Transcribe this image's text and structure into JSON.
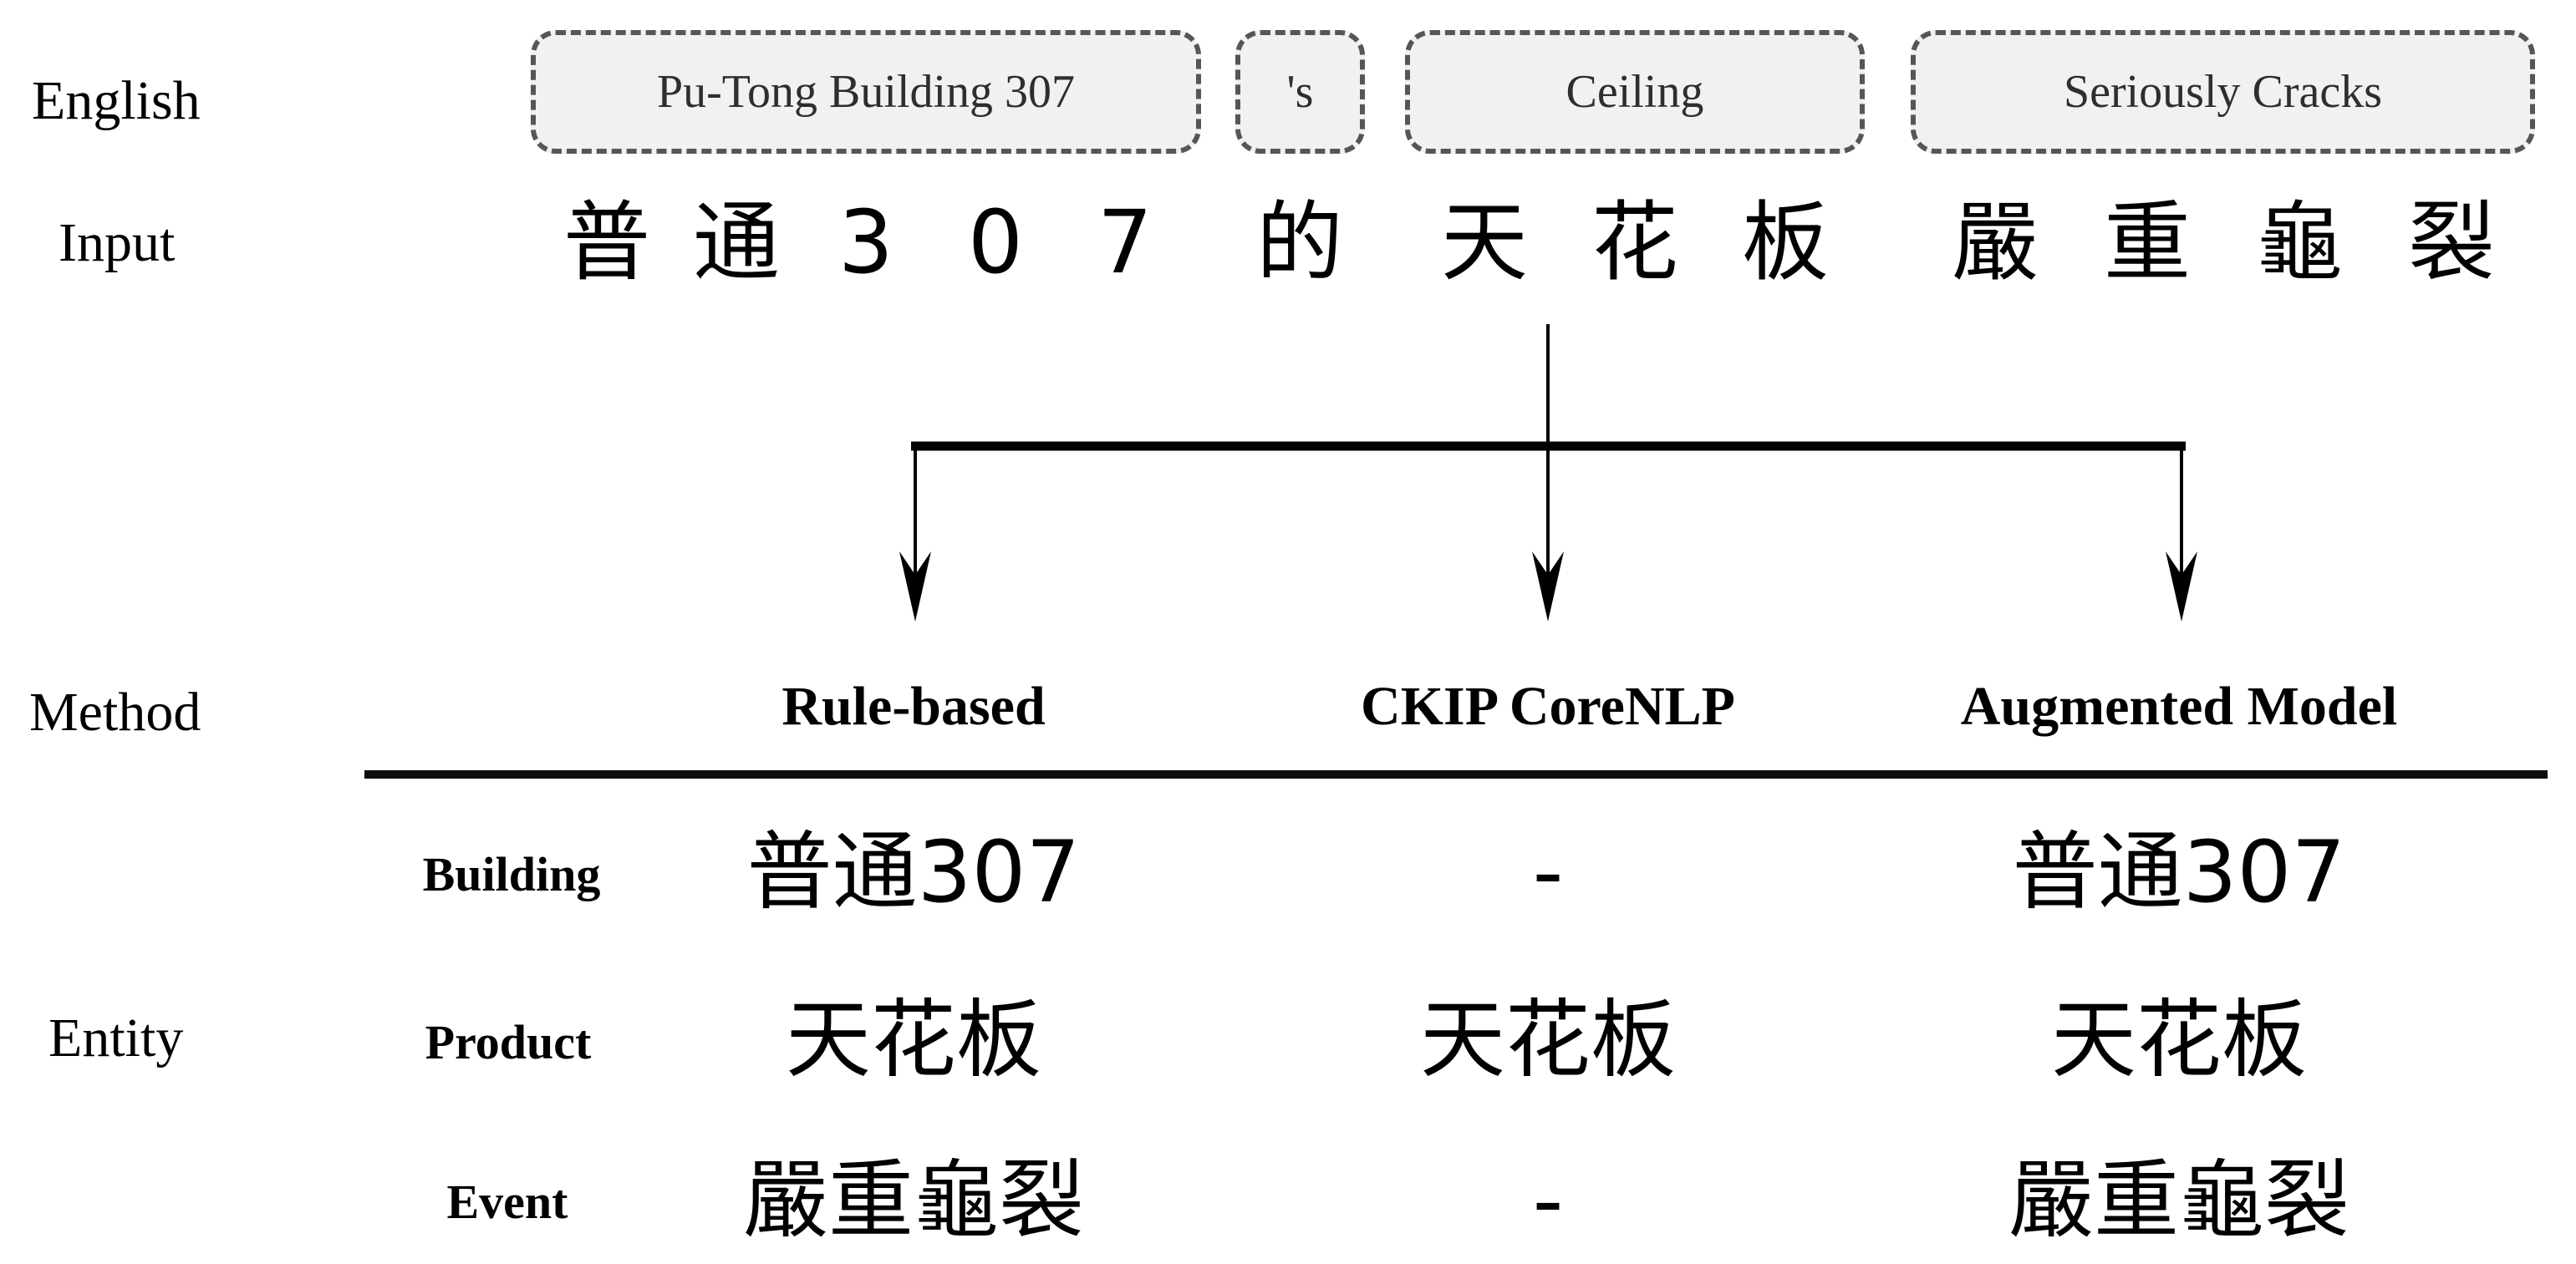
{
  "labels": {
    "english": "English",
    "input": "Input",
    "method": "Method",
    "entity": "Entity"
  },
  "english_tokens": [
    {
      "text": "Pu-Tong Building 307"
    },
    {
      "text": "'s"
    },
    {
      "text": "Ceiling"
    },
    {
      "text": "Seriously Cracks"
    }
  ],
  "input_tokens": [
    {
      "chars": [
        "普",
        "通",
        "3",
        "0",
        "7"
      ]
    },
    {
      "chars": [
        "的"
      ]
    },
    {
      "chars": [
        "天",
        "花",
        "板"
      ]
    },
    {
      "chars": [
        "嚴",
        "重",
        "龜",
        "裂"
      ]
    }
  ],
  "methods": [
    "Rule-based",
    "CKIP CoreNLP",
    "Augmented Model"
  ],
  "entity_rows": [
    {
      "label": "Building",
      "values": [
        "普通307",
        "-",
        "普通307"
      ]
    },
    {
      "label": "Product",
      "values": [
        "天花板",
        "天花板",
        "天花板"
      ]
    },
    {
      "label": "Event",
      "values": [
        "嚴重龜裂",
        "-",
        "嚴重龜裂"
      ]
    }
  ],
  "colors": {
    "background": "#ffffff",
    "box_fill": "#f1f1f1",
    "box_border": "#565656",
    "text": "#000000",
    "rule": "#0d0d0d"
  }
}
